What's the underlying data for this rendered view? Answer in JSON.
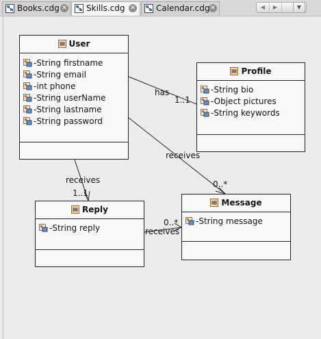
{
  "tabs": [
    {
      "label": "Books.cdg",
      "active": false,
      "icon": "diagram-file-icon"
    },
    {
      "label": "Skills.cdg",
      "active": true,
      "icon": "diagram-file-icon"
    },
    {
      "label": "Calendar.cdg",
      "active": false,
      "icon": "diagram-file-icon"
    }
  ],
  "toolbar": {
    "back_icon": "back-arrow-icon",
    "forward_icon": "forward-arrow-icon",
    "menu_icon": "view-menu-icon"
  },
  "classes": {
    "user": {
      "name": "User",
      "attributes": [
        "-String firstname",
        "-String email",
        "-int phone",
        "-String userName",
        "-String lastname",
        "-String password"
      ]
    },
    "profile": {
      "name": "Profile",
      "attributes": [
        "-String bio",
        "-Object pictures",
        "-String keywords"
      ]
    },
    "reply": {
      "name": "Reply",
      "attributes": [
        "-String reply"
      ]
    },
    "message": {
      "name": "Message",
      "attributes": [
        "-String message"
      ]
    }
  },
  "associations": {
    "user_profile": {
      "label": "has",
      "multiplicity": "1..1"
    },
    "user_message": {
      "label": "receives",
      "multiplicity": "0..*"
    },
    "user_reply": {
      "label": "receives",
      "multiplicity": "1..1"
    },
    "reply_message": {
      "label": "receives",
      "multiplicity": "0..*"
    }
  },
  "colors": {
    "line": "#222222",
    "class_fill": "#f8f8f8",
    "canvas": "#ececec"
  }
}
